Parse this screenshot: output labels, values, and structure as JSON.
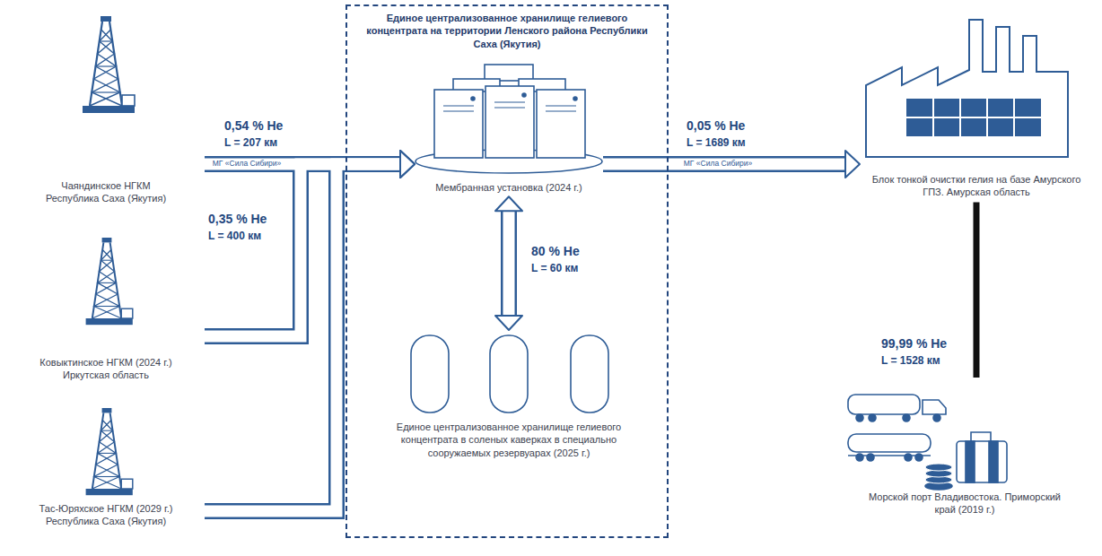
{
  "diagram": {
    "nodes": [
      {
        "text": [
          "Чаяндинское НГКМ Республика Саха (Якутия)"
        ]
      },
      {
        "text": [
          "Ковыктинское НГКМ (2024 г.) Иркутская область"
        ]
      },
      {
        "text": [
          "Тас-Юряхское НГКМ (2029 г.) Республика Саха (Якутия)"
        ]
      },
      {
        "text": [
          "Единое централизованное хранилище гелиевого концентрата на территории Ленского района Республики Саха (Якутия)"
        ]
      },
      {
        "text": [
          "Мембранная установка (2024 г.)"
        ],
        "in": 3
      },
      {
        "text": [
          "Единое централизованное хранилище гелиевого концентрата в соленых каверках в специально сооружаемых резервуарах (2025 г.)"
        ],
        "in": 3
      },
      {
        "text": [
          "Блок тонкой очистки гелия на базе Амурского ГПЗ. Амурская область"
        ]
      },
      {
        "text": [
          "Морской порт Владивостока. Приморский край (2019 г.)"
        ]
      }
    ],
    "edges": [
      {
        "from": 0,
        "to": 4,
        "arrow": "to",
        "label": "МГ «Сила Сибири»"
      },
      {
        "from": 1,
        "to": 4,
        "arrow": "to"
      },
      {
        "from": 2,
        "to": 4,
        "arrow": "to"
      },
      {
        "from": 4,
        "to": 5,
        "arrow": "both"
      },
      {
        "from": 4,
        "to": 6,
        "arrow": "to",
        "label": "МГ «Сила Сибири»"
      },
      {
        "from": 6,
        "to": 7,
        "arrow": "none"
      }
    ],
    "labels": [
      "0,54 % He",
      "L = 207 км",
      "0,35 % He",
      "L = 400 км",
      "80 % He",
      "L = 60 км",
      "0,05 % He",
      "L = 1689 км",
      "99,99 % He",
      "L = 1528 км"
    ]
  }
}
